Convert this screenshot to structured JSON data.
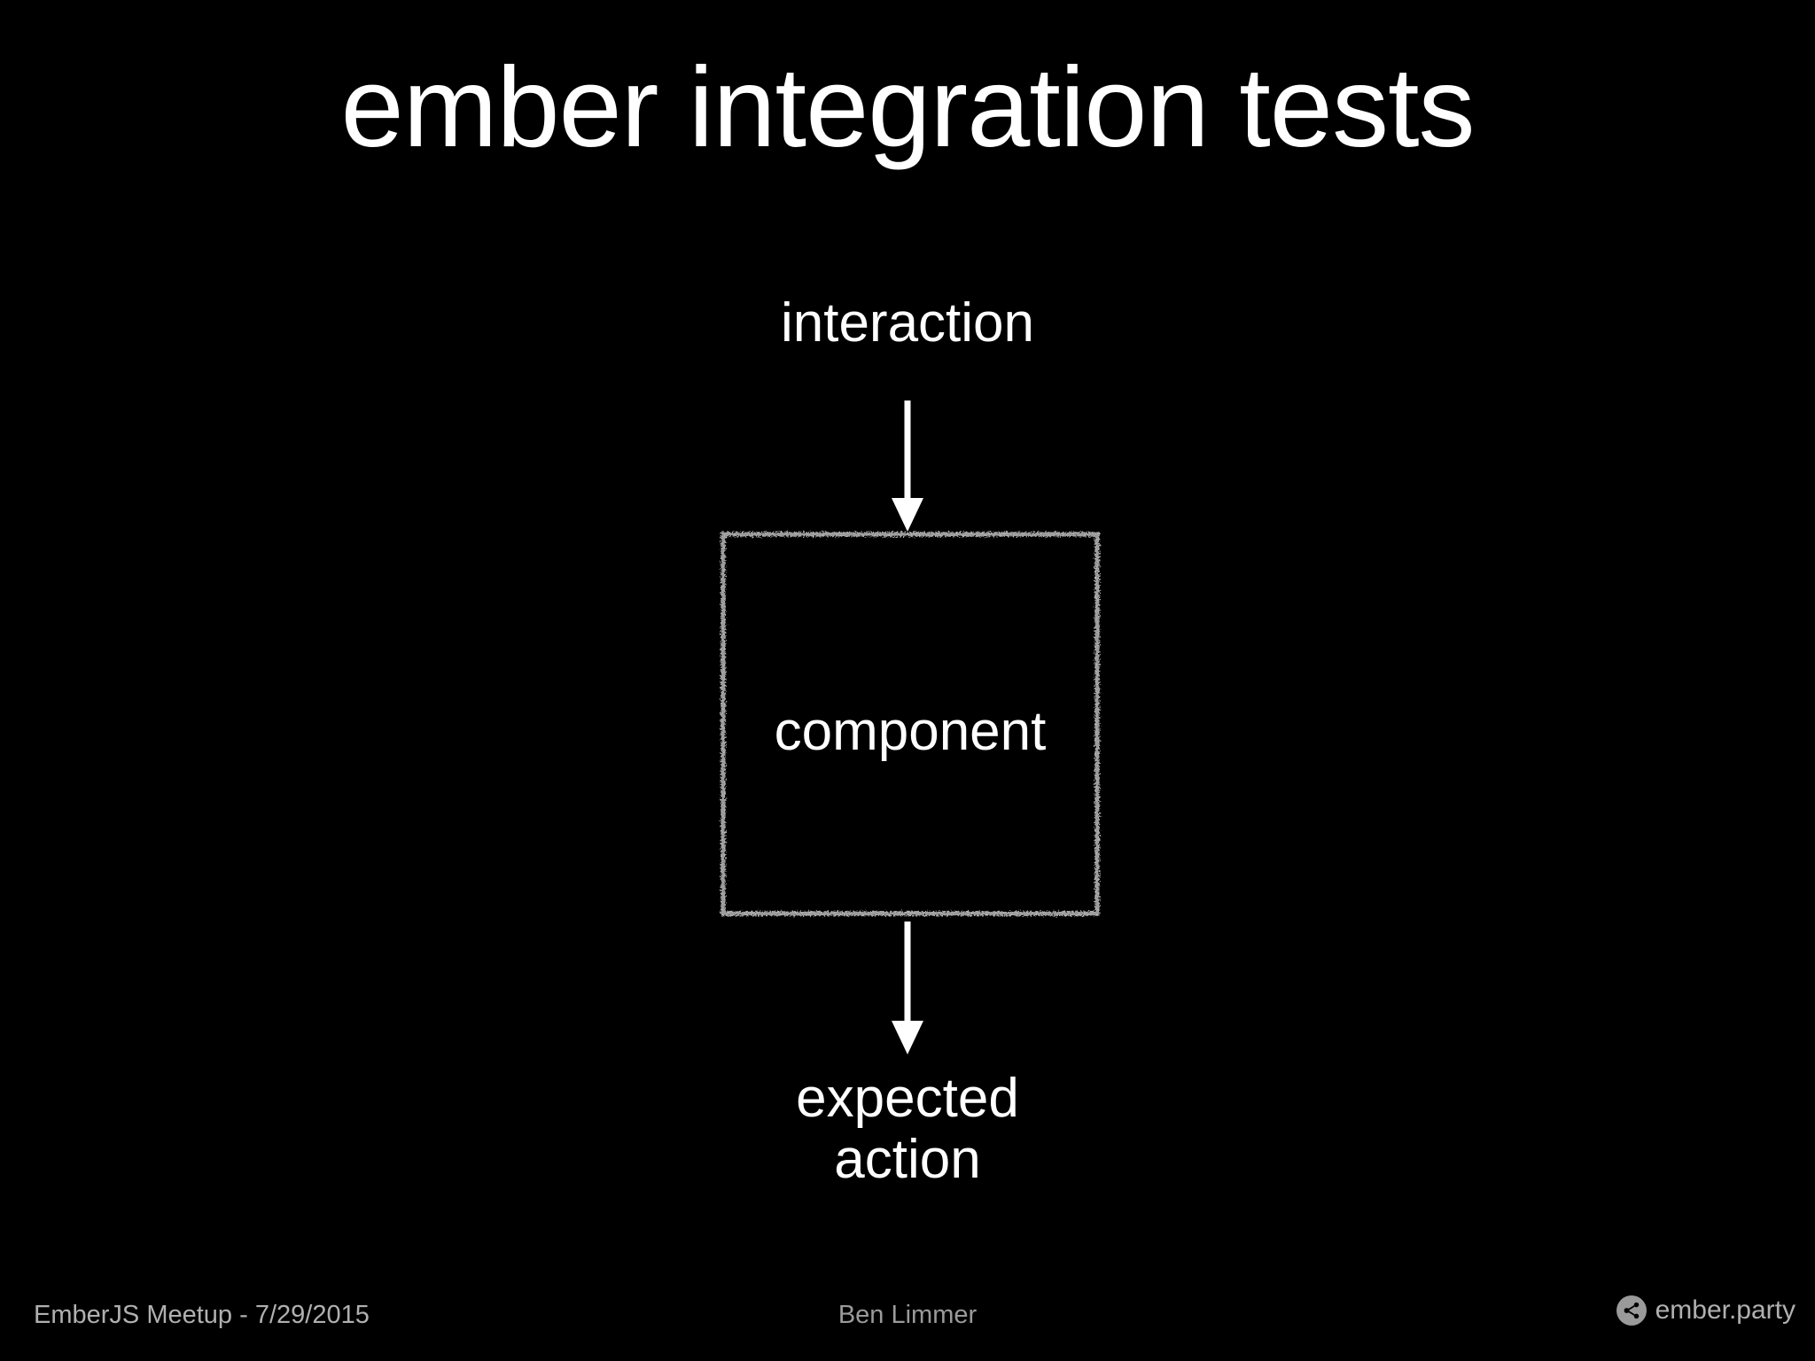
{
  "slide": {
    "title": "ember integration tests",
    "background_color": "#000000",
    "text_color": "#ffffff"
  },
  "diagram": {
    "type": "flow",
    "orientation": "vertical",
    "nodes": [
      {
        "id": "interaction",
        "label": "interaction",
        "shape": "text"
      },
      {
        "id": "component",
        "label": "component",
        "shape": "sketchy-rectangle",
        "border_color": "#b5b5b5"
      },
      {
        "id": "expected-action",
        "label_line_1": "expected",
        "label_line_2": "action",
        "shape": "text"
      }
    ],
    "edges": [
      {
        "from": "interaction",
        "to": "component",
        "style": "arrow-down",
        "color": "#ffffff"
      },
      {
        "from": "component",
        "to": "expected-action",
        "style": "arrow-down",
        "color": "#ffffff"
      }
    ]
  },
  "footer": {
    "left": "EmberJS Meetup - 7/29/2015",
    "center": "Ben Limmer",
    "right": "ember.party",
    "right_icon": "share-icon",
    "text_color": "#b0b0b0"
  }
}
